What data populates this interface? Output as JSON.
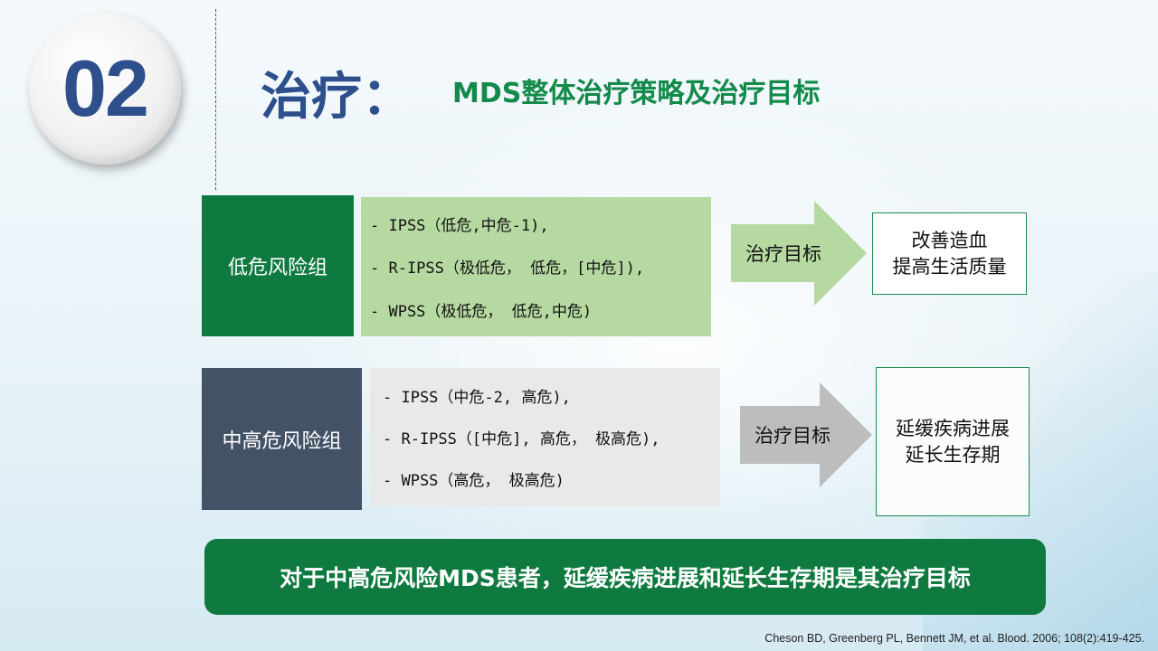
{
  "section_number": "02",
  "title": {
    "main": "治疗：",
    "subtitle": "MDS整体治疗策略及治疗目标"
  },
  "groups": [
    {
      "category": "低危风险组",
      "criteria": [
        "- IPSS（低危,中危-1),",
        "- R-IPSS（极低危， 低危，[中危]),",
        "- WPSS（极低危， 低危,中危)"
      ],
      "arrow_label": "治疗目标",
      "goal": [
        "改善造血",
        "提高生活质量"
      ],
      "color": "#0f7a3f",
      "detail_color": "#b6d9a1",
      "arrow_color": "#b6d9a1"
    },
    {
      "category": "中高危风险组",
      "criteria": [
        "- IPSS（中危-2, 高危),",
        "- R-IPSS（[中危], 高危， 极高危),",
        "- WPSS（高危， 极高危)"
      ],
      "arrow_label": "治疗目标",
      "goal": [
        "延缓疾病进展",
        "延长生存期"
      ],
      "color": "#435266",
      "detail_color": "#e9e9e9",
      "arrow_color": "#bdbdbd"
    }
  ],
  "conclusion": "对于中高危风险MDS患者，延缓疾病进展和延长生存期是其治疗目标",
  "reference": "Cheson BD, Greenberg PL, Bennett JM, et al. Blood. 2006; 108(2):419-425."
}
